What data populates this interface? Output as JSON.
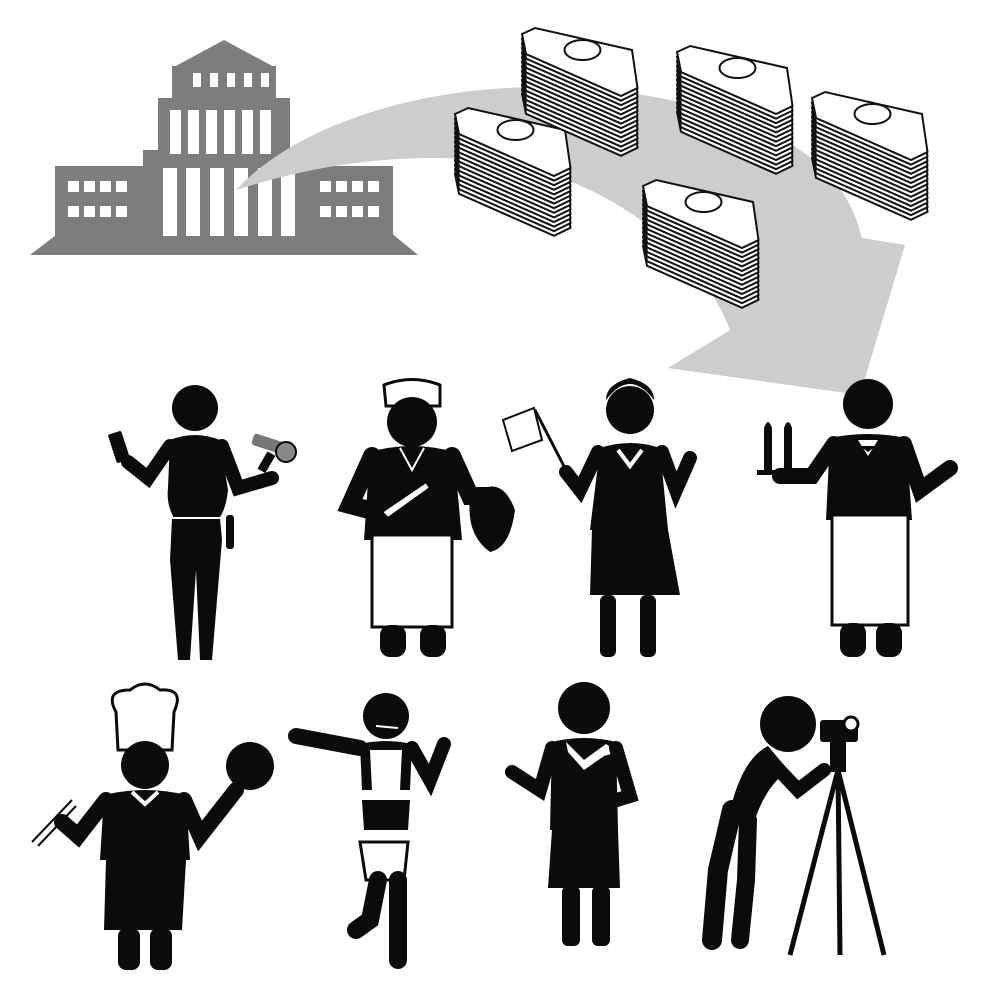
{
  "palette": {
    "background": "#ffffff",
    "figure": "#0b0b0b",
    "building": "#7d7d7d",
    "arrow": "#cdcdcd",
    "money": "#ffffff",
    "money_outline": "#111111"
  },
  "illustration": {
    "source": {
      "name": "government-building-icon"
    },
    "flow": {
      "name": "curved-arrow-icon"
    },
    "money_stacks": [
      {
        "name": "banknote-stack-icon-1"
      },
      {
        "name": "banknote-stack-icon-2"
      },
      {
        "name": "banknote-stack-icon-3"
      },
      {
        "name": "banknote-stack-icon-4"
      },
      {
        "name": "banknote-stack-icon-5"
      }
    ],
    "workers": [
      {
        "name": "hairdresser-icon",
        "tools": [
          "comb",
          "hair-dryer"
        ]
      },
      {
        "name": "fishmonger-icon",
        "tools": [
          "knife",
          "fish"
        ]
      },
      {
        "name": "tour-guide-icon",
        "tools": [
          "flag"
        ]
      },
      {
        "name": "waiter-icon",
        "tools": [
          "tray",
          "wine-bottles"
        ]
      },
      {
        "name": "chef-icon",
        "tools": [
          "chopsticks",
          "frying-pan"
        ]
      },
      {
        "name": "instructor-icon",
        "tools": [
          "headset"
        ]
      },
      {
        "name": "flight-attendant-icon",
        "tools": [
          "scarf"
        ]
      },
      {
        "name": "photographer-icon",
        "tools": [
          "camera",
          "tripod"
        ]
      }
    ]
  }
}
